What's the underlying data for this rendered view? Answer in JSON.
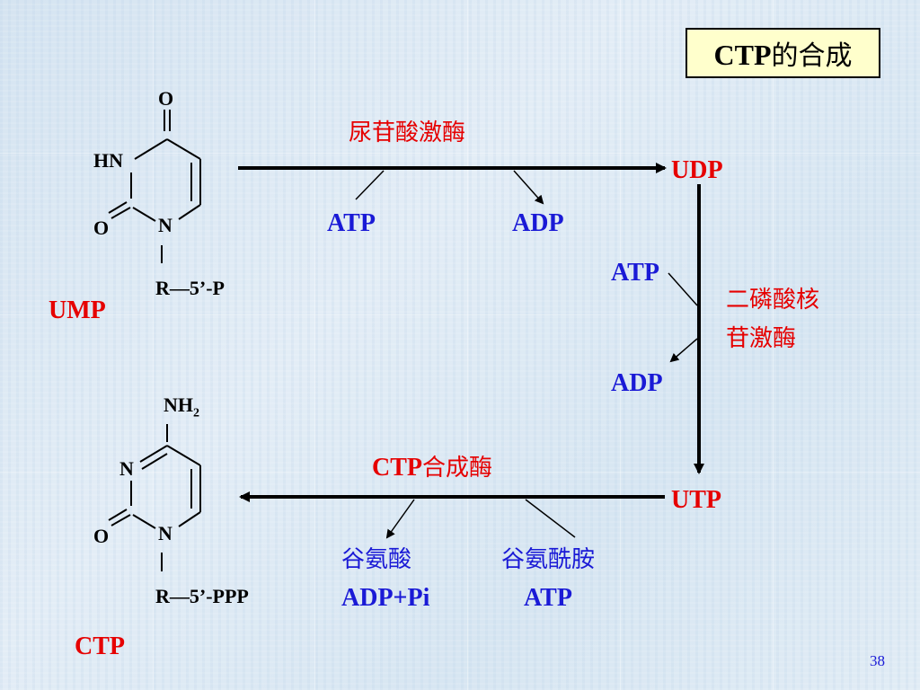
{
  "title": "CTP的合成",
  "page_number": "38",
  "ump": {
    "name": "UMP",
    "atoms": {
      "o_top": "O",
      "hn": "HN",
      "o_left": "O",
      "n": "N",
      "r_group": "R—5’-P"
    }
  },
  "ctp": {
    "name": "CTP",
    "atoms": {
      "nh2": "NH",
      "nh2_sub": "2",
      "n_top": "N",
      "o_left": "O",
      "n": "N",
      "r_group": "R—5’-PPP"
    }
  },
  "reaction1": {
    "enzyme": "尿苷酸激酶",
    "input": "ATP",
    "output": "ADP",
    "product": "UDP"
  },
  "reaction2": {
    "enzyme_line1": "二磷酸核",
    "enzyme_line2": "苷激酶",
    "input": "ATP",
    "output": "ADP",
    "product": "UTP"
  },
  "reaction3": {
    "enzyme_prefix": "CTP",
    "enzyme_suffix": "合成酶",
    "output_line1": "谷氨酸",
    "output_line2": "ADP+Pi",
    "input_line1": "谷氨酰胺",
    "input_line2": "ATP"
  },
  "colors": {
    "enzyme": "#e60000",
    "cofactor": "#1a1ad6",
    "title_bg": "#ffffcc"
  }
}
